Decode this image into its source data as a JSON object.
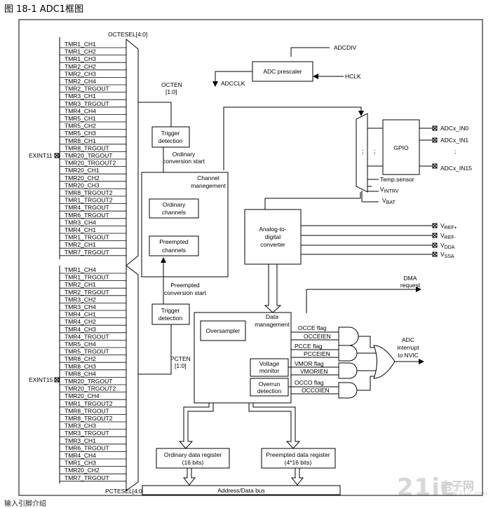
{
  "figure_title": "图  18-1 ADC1框图",
  "footer": "输入引脚介绍",
  "watermark": {
    "main": "21ic",
    "cn": "电子网",
    "url": "www.21ic.com"
  },
  "mux_top_label": "OCTESEL[4:0]",
  "mux_bottom_label": "PCTESEL[4:0]",
  "exint_top": "EXINT11",
  "exint_bottom": "EXINT15",
  "top_triggers": [
    "TMR1_CH1",
    "TMR1_CH2",
    "TMR1_CH3",
    "TMR2_CH2",
    "TMR2_CH3",
    "TMR2_CH4",
    "TMR2_TRGOUT",
    "TMR3_CH1",
    "TMR3_TRGOUT",
    "TMR4_CH4",
    "TMR5_CH1",
    "TMR5_CH2",
    "TMR5_CH3",
    "TMR8_CH1",
    "TMR8_TRGOUT",
    "TMR20_TRGOUT",
    "TMR20_TRGOUT2",
    "TMR20_CH1",
    "TMR20_CH2",
    "TMR20_CH3",
    "TMR8_TRGOUT2",
    "TMR1_TRGOUT2",
    "TMR4_TRGOUT",
    "TMR6_TRGOUT",
    "TMR3_CH4",
    "TMR4_CH1",
    "TMR1_TRGOUT",
    "TMR2_CH1",
    "TMR7_TRGOUT"
  ],
  "bottom_triggers": [
    "TMR1_CH4",
    "TMR1_TRGOUT",
    "TMR2_CH1",
    "TMR2_TRGOUT",
    "TMR3_CH2",
    "TMR3_CH4",
    "TMR4_CH1",
    "TMR4_CH2",
    "TMR4_CH3",
    "TMR4_TRGOUT",
    "TMR5_CH4",
    "TMR5_TRGOUT",
    "TMR8_CH2",
    "TMR8_CH3",
    "TMR8_CH4",
    "TMR20_TRGOUT",
    "TMR20_TRGOUT2",
    "TMR20_CH4",
    "TMR1_TRGOUT2",
    "TMR8_TRGOUT",
    "TMR8_TRGOUT2",
    "TMR3_CH3",
    "TMR3_TRGOUT",
    "TMR3_CH1",
    "TMR6_TRGOUT",
    "TMR4_CH4",
    "TMR1_CH3",
    "TMR20_CH2",
    "TMR7_TRGOUT"
  ],
  "octen_label": "OCTEN",
  "octen_bits": "[1:0]",
  "pcten_label": "PCTEN",
  "pcten_bits": "[1:0]",
  "trigger_line1": "Trigger",
  "trigger_line2": "detection",
  "ordinary_conv_line1": "Ordinary",
  "ordinary_conv_line2": "conversion start",
  "preempted_conv_line1": "Preempted",
  "preempted_conv_line2": "conversion start",
  "channel_mgmt_line1": "Channel",
  "channel_mgmt_line2": "manegement",
  "ordinary_channels_line1": "Ordinary",
  "ordinary_channels_line2": "channels",
  "preempted_channels_line1": "Preempted",
  "preempted_channels_line2": "channels",
  "adcdiv": "ADCDIV",
  "adc_prescaler": "ADC prescaler",
  "adcclk": "ADCCLK",
  "hclk": "HCLK",
  "gpio": "GPIO",
  "gpio_dots": "⋮",
  "mux_dots": "⋮",
  "pin_dots": ";",
  "adc_in0": "ADCx_IN0",
  "adc_in1": "ADCx_IN1",
  "adc_in15": "ADCx_IN15",
  "temp_sensor": "Temp.sensor",
  "vintrv": "V",
  "vintrv_sub": "INTRV",
  "vbat": "V",
  "vbat_sub": "BAT",
  "converter_line1": "Analog-to-",
  "converter_line2": "digital",
  "converter_line3": "converter",
  "vref_plus": "V",
  "vref_plus_sub": "REF+",
  "vref_minus": "V",
  "vref_minus_sub": "REF-",
  "vdda": "V",
  "vdda_sub": "DDA",
  "vssa": "V",
  "vssa_sub": "SSA",
  "dma_line1": "DMA",
  "dma_line2": "request",
  "data_mgmt_line1": "Data",
  "data_mgmt_line2": "management",
  "oversampler": "Oversampler",
  "voltage_monitor_line1": "Voltage",
  "voltage_monitor_line2": "monitor",
  "overrun_line1": "Overrun",
  "overrun_line2": "detection",
  "occe_flag": "OCCE flag",
  "occeien": "OCCEIEN",
  "pcce_flag": "PCCE flag",
  "pcceien": "PCCEIEN",
  "vmor_flag": "VMOR flag",
  "vmorien": "VMORIEN",
  "occo_flag": "OCCO flag",
  "occoien": "OCCOIEN",
  "interrupt_line1": "ADC",
  "interrupt_line2": "interrupt",
  "interrupt_line3": "to NVIC",
  "ordinary_reg_line1": "Ordinary data register",
  "ordinary_reg_line2": "(16 bits)",
  "preempted_reg_line1": "Preempted data register",
  "preempted_reg_line2": "(4*16 bits)",
  "bus": "Address/Data bus"
}
